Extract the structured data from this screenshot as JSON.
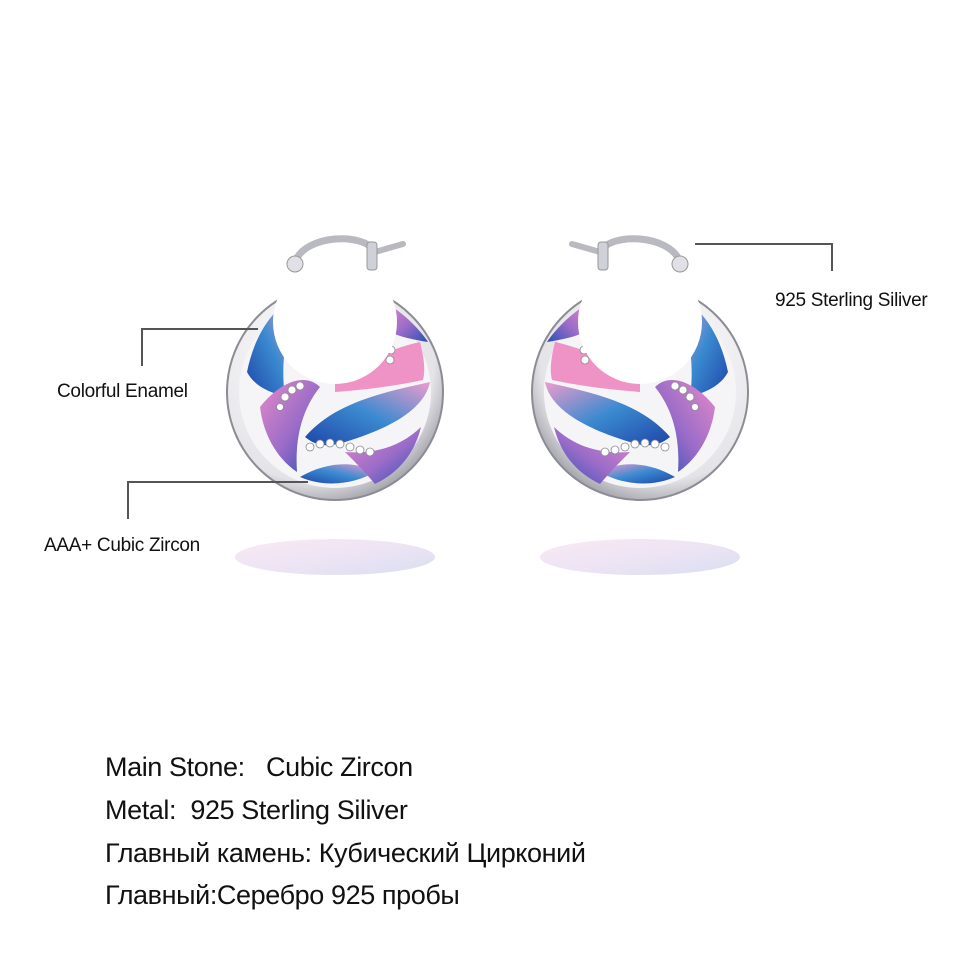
{
  "product": {
    "type": "enamel hoop earrings",
    "colors": {
      "pink": "#e888c4",
      "blue": "#2a55b8",
      "silver": "#d8d8dc",
      "line": "#555555"
    }
  },
  "callouts": {
    "enamel": "Colorful Enamel",
    "zircon": "AAA+ Cubic Zircon",
    "silver": "925 Sterling Siliver"
  },
  "specs": [
    {
      "text": "Main Stone:   Cubic Zircon"
    },
    {
      "text": "Metal:  925 Sterling Siliver"
    },
    {
      "text": "Главный камень: Кубический Цирконий"
    },
    {
      "text": "Главный:Серебро 925 пробы"
    }
  ]
}
